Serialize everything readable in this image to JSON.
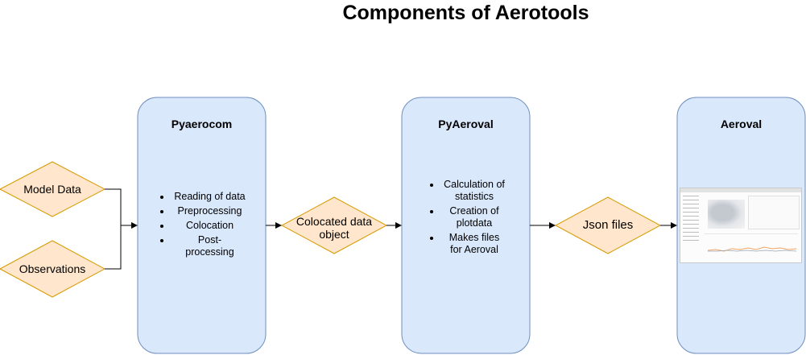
{
  "title": "Components of Aerotools",
  "inputs": {
    "model_data": "Model Data",
    "observations": "Observations"
  },
  "pyaerocom": {
    "title": "Pyaerocom",
    "items": [
      "Reading of data",
      "Preprocessing",
      "Colocation",
      "Post-processing"
    ]
  },
  "colocated": "Colocated data object",
  "pyaeroval": {
    "title": "PyAeroval",
    "items": [
      "Calculation of statistics",
      "Creation of plotdata",
      "Makes files for Aeroval"
    ]
  },
  "json_files": "Json files",
  "aeroval": {
    "title": "Aeroval"
  },
  "colors": {
    "box_fill": "#dae8fc",
    "box_stroke": "#6c8ebf",
    "diamond_fill": "#ffe6cc",
    "diamond_stroke": "#d79b00"
  }
}
